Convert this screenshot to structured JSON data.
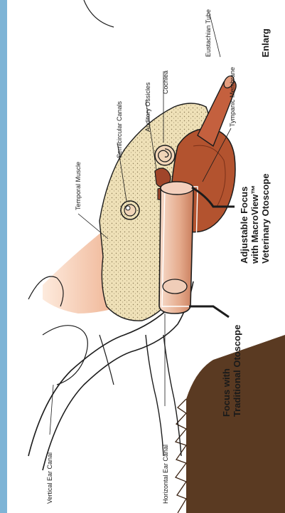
{
  "header": {
    "title_fragment": "Enlarg"
  },
  "labels": {
    "eustachian_tube": "Eustachian Tube",
    "tympanic_membrane": "Tympanic Membrane",
    "cochlea": "Cochlea",
    "auditory_ossicles": "Auditory Ossicles",
    "semicircular_canals": "Semicircular Canals",
    "temporal_muscle": "Temporal Muscle",
    "horizontal_ear_canal": "Horizontal Ear Canal",
    "vertical_ear_canal": "Vertical Ear Canal"
  },
  "callouts": {
    "macroview": [
      "Adjustable Focus",
      "with MacroView™",
      "Veterinary Otoscope"
    ],
    "traditional": [
      "Focus with",
      "Traditional Otoscope"
    ]
  },
  "colors": {
    "side_band": "#7eb4d6",
    "muscle": "#e8a07a",
    "bone": "#efe1b8",
    "tympanic_cavity": "#b3532f",
    "tube": "#c4603e",
    "otoscope": "#e7b69a",
    "fur": "#5a3a22",
    "outline": "#1c1c1c"
  }
}
